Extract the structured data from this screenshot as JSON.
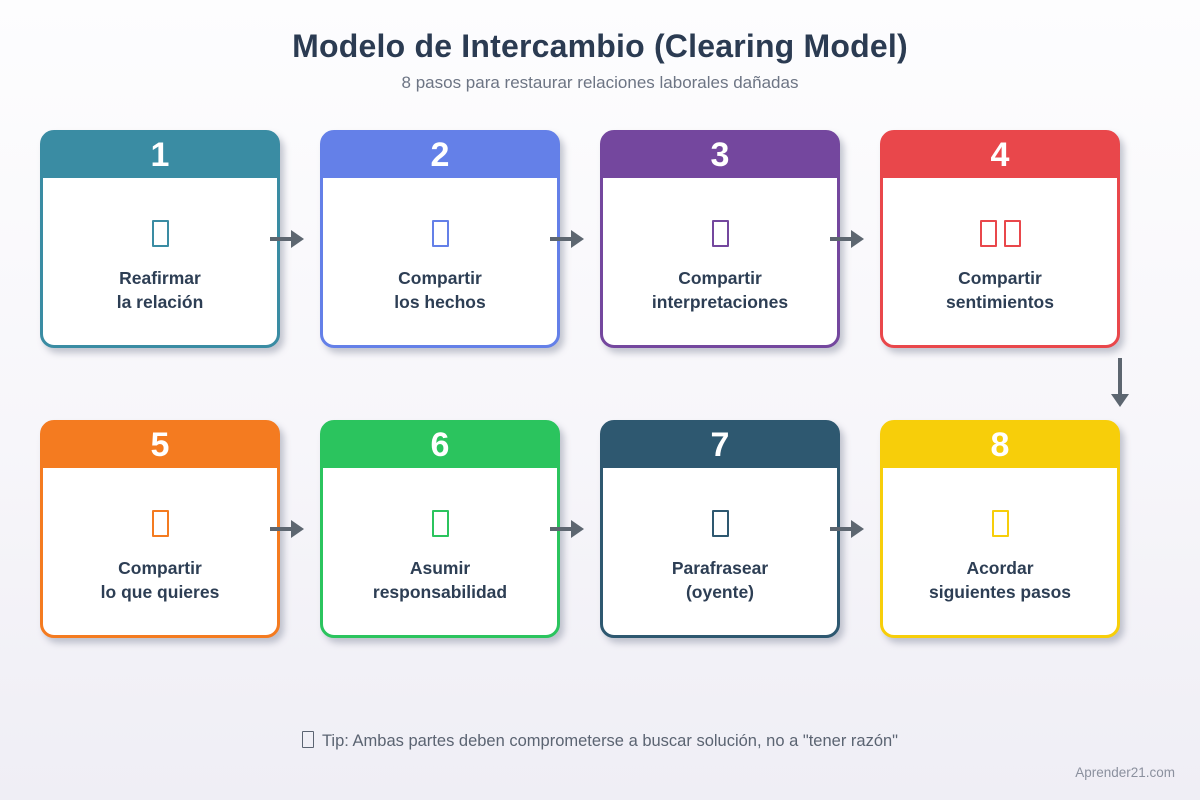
{
  "header": {
    "title": "Modelo de Intercambio (Clearing Model)",
    "subtitle": "8 pasos para restaurar relaciones laborales dañadas"
  },
  "steps": [
    {
      "number": "1",
      "label_line1": "Reafirmar",
      "label_line2": "la relación",
      "color": "#3A8CA3",
      "icon": "tofu-placeholder-icon",
      "icon_boxes": 1
    },
    {
      "number": "2",
      "label_line1": "Compartir",
      "label_line2": "los hechos",
      "color": "#6480E8",
      "icon": "tofu-placeholder-icon",
      "icon_boxes": 1
    },
    {
      "number": "3",
      "label_line1": "Compartir",
      "label_line2": "interpretaciones",
      "color": "#74479E",
      "icon": "tofu-placeholder-icon",
      "icon_boxes": 1
    },
    {
      "number": "4",
      "label_line1": "Compartir",
      "label_line2": "sentimientos",
      "color": "#E9474B",
      "icon": "tofu-placeholder-icon",
      "icon_boxes": 2
    },
    {
      "number": "5",
      "label_line1": "Compartir",
      "label_line2": "lo que quieres",
      "color": "#F47B20",
      "icon": "tofu-placeholder-icon",
      "icon_boxes": 1
    },
    {
      "number": "6",
      "label_line1": "Asumir",
      "label_line2": "responsabilidad",
      "color": "#2BC45E",
      "icon": "tofu-placeholder-icon",
      "icon_boxes": 1
    },
    {
      "number": "7",
      "label_line1": "Parafrasear",
      "label_line2": "(oyente)",
      "color": "#2E5870",
      "icon": "tofu-placeholder-icon",
      "icon_boxes": 1
    },
    {
      "number": "8",
      "label_line1": "Acordar",
      "label_line2": "siguientes pasos",
      "color": "#F7CE0A",
      "icon": "tofu-placeholder-icon",
      "icon_boxes": 1
    }
  ],
  "connectors": {
    "color": "#5D6670"
  },
  "tip": {
    "text": "Tip: Ambas partes deben comprometerse a buscar solución, no a \"tener razón\""
  },
  "footer": {
    "credit": "Aprender21.com"
  },
  "palette": {
    "title_text": "#2B3B52",
    "subtitle_text": "#6D7584",
    "label_text": "#2D3E54",
    "tip_text": "#5B6472",
    "credit_text": "#8B909E",
    "card_background": "#FFFFFF"
  }
}
